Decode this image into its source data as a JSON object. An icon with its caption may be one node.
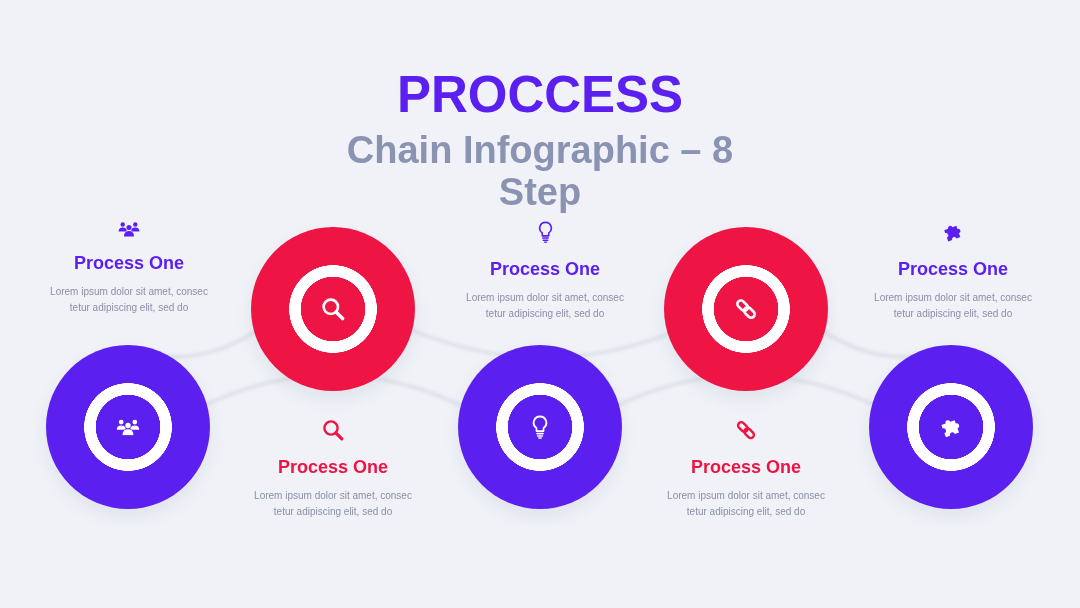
{
  "diagram": {
    "title": "PROCCESS",
    "nodes": [
      {
        "text": [],
        "shape": "circle",
        "beside": [
          "Process One",
          "Lorem ipsum dolor sit amet, consec tetur adipiscing elit, sed do"
        ]
      },
      {
        "text": [],
        "shape": "circle",
        "beside": [
          "Process One",
          "Lorem ipsum dolor sit amet, consec tetur adipiscing elit, sed do"
        ]
      },
      {
        "text": [],
        "shape": "circle",
        "beside": [
          "Process One",
          "Lorem ipsum dolor sit amet, consec tetur adipiscing elit, sed do"
        ]
      },
      {
        "text": [],
        "shape": "circle",
        "beside": [
          "Process One",
          "Lorem ipsum dolor sit amet, consec tetur adipiscing elit, sed do"
        ]
      },
      {
        "text": [],
        "shape": "circle",
        "beside": [
          "Process One",
          "Lorem ipsum dolor sit amet, consec tetur adipiscing elit, sed do"
        ]
      }
    ],
    "labels": [
      "Chain Infographic – 8 Step"
    ]
  }
}
